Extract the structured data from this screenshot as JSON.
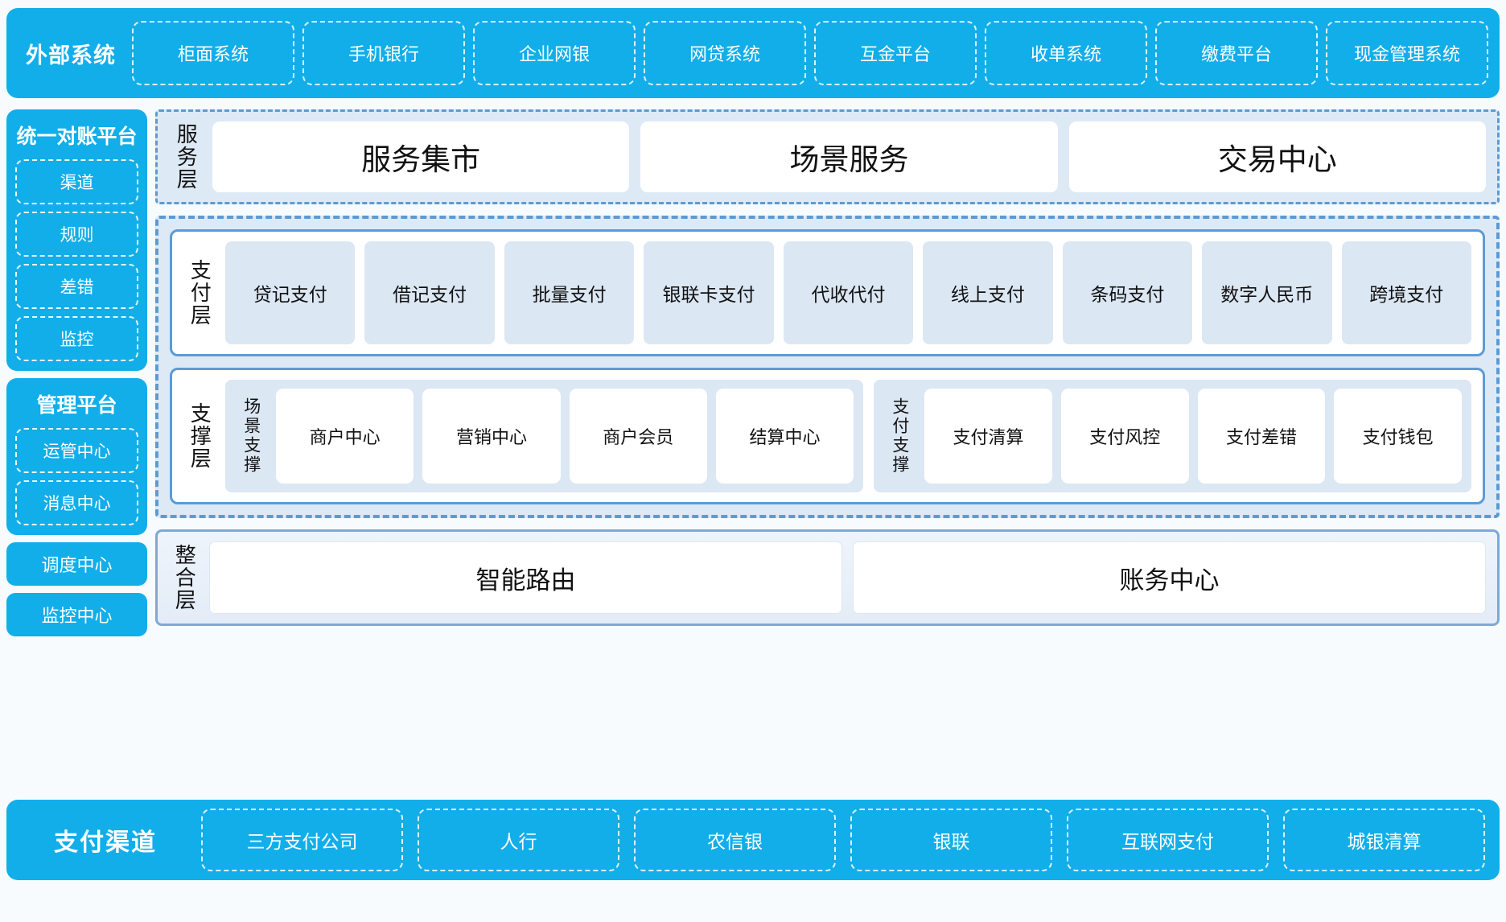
{
  "external": {
    "title": "外部系统",
    "items": [
      "柜面系统",
      "手机银行",
      "企业网银",
      "网贷系统",
      "互金平台",
      "收单系统",
      "缴费平台",
      "现金管理系统"
    ]
  },
  "rail": {
    "recon": {
      "title": "统一对账平台",
      "items": [
        "渠道",
        "规则",
        "差错",
        "监控"
      ]
    },
    "manage": {
      "title": "管理平台",
      "items": [
        "运管中心",
        "消息中心"
      ]
    },
    "standalone": [
      "调度中心",
      "监控中心"
    ]
  },
  "service_layer": {
    "label": "服务层",
    "cards": [
      "服务集市",
      "场景服务",
      "交易中心"
    ]
  },
  "payment_layer": {
    "label": "支付层",
    "tiles": [
      "贷记支付",
      "借记支付",
      "批量支付",
      "银联卡支付",
      "代收代付",
      "线上支付",
      "条码支付",
      "数字人民币",
      "跨境支付"
    ]
  },
  "support_layer": {
    "label": "支撑层",
    "groups": [
      {
        "label": "场景支撑",
        "items": [
          "商户中心",
          "营销中心",
          "商户会员",
          "结算中心"
        ]
      },
      {
        "label": "支付支撑",
        "items": [
          "支付清算",
          "支付风控",
          "支付差错",
          "支付钱包"
        ]
      }
    ]
  },
  "integration_layer": {
    "label": "整合层",
    "cards": [
      "智能路由",
      "账务中心"
    ]
  },
  "channel": {
    "title": "支付渠道",
    "items": [
      "三方支付公司",
      "人行",
      "农信银",
      "银联",
      "互联网支付",
      "城银清算"
    ]
  },
  "colors": {
    "brand_blue": "#12AEE9",
    "accent_blue": "#5B9BD5",
    "panel_fill": "#DEE9F6",
    "tile_fill": "#DCE7F4",
    "page_bg": "#F7FBFD"
  }
}
